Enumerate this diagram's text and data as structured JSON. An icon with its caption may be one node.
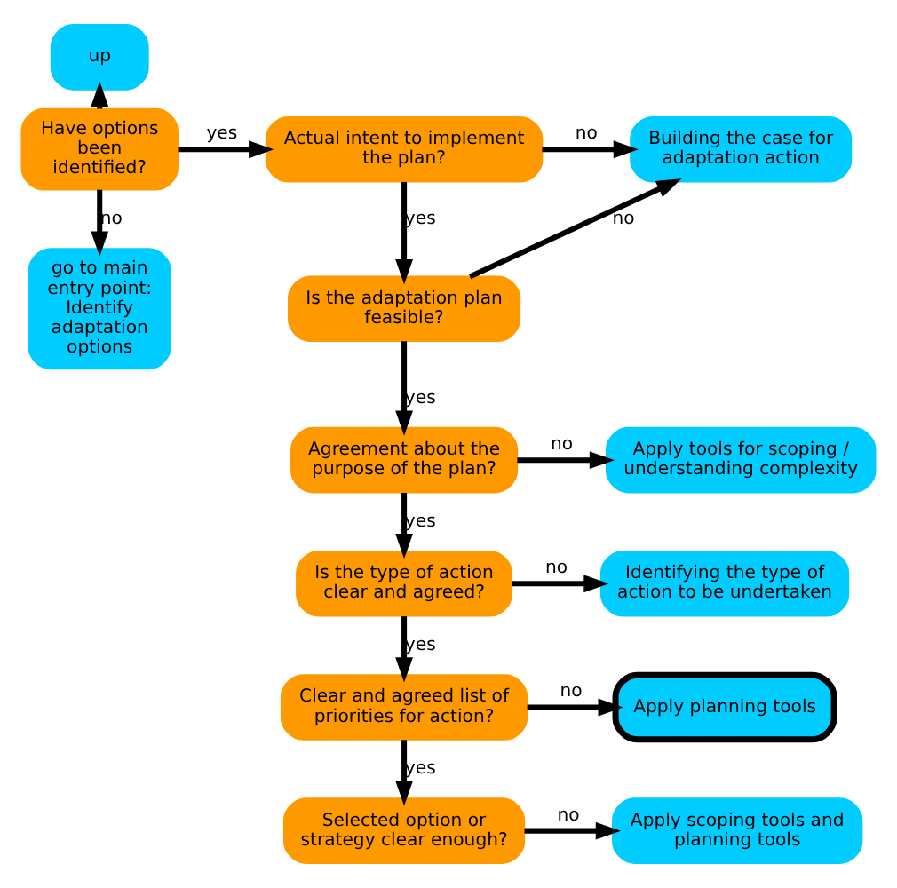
{
  "diagram": {
    "nodes": [
      {
        "text": [
          "up"
        ]
      },
      {
        "text": [
          "Have options been identified?"
        ]
      },
      {
        "text": [
          "go to main entry point: Identify adaptation options"
        ]
      },
      {
        "text": [
          "Actual intent to implement the plan?"
        ]
      },
      {
        "text": [
          "Building the case for adaptation action"
        ]
      },
      {
        "text": [
          "Is the adaptation plan feasible?"
        ]
      },
      {
        "text": [
          "Agreement about the purpose of the plan?"
        ]
      },
      {
        "text": [
          "Apply tools for scoping / understanding complexity"
        ]
      },
      {
        "text": [
          "Is the type of action clear and agreed?"
        ]
      },
      {
        "text": [
          "Identifying the type of action to be undertaken"
        ]
      },
      {
        "text": [
          "Clear and agreed list of priorities for action?"
        ]
      },
      {
        "text": [
          "Apply planning tools"
        ]
      },
      {
        "text": [
          "Selected option or strategy clear enough?"
        ]
      },
      {
        "text": [
          "Apply scoping tools and planning tools"
        ]
      }
    ],
    "edges": [
      {
        "from": 1,
        "to": 0,
        "arrow": "to"
      },
      {
        "from": 1,
        "to": 2,
        "arrow": "to",
        "label": "no"
      },
      {
        "from": 1,
        "to": 3,
        "arrow": "to",
        "label": "yes"
      },
      {
        "from": 3,
        "to": 4,
        "arrow": "to",
        "label": "no"
      },
      {
        "from": 3,
        "to": 5,
        "arrow": "to",
        "label": "yes"
      },
      {
        "from": 5,
        "to": 4,
        "arrow": "to",
        "label": "no"
      },
      {
        "from": 5,
        "to": 6,
        "arrow": "to",
        "label": "yes"
      },
      {
        "from": 6,
        "to": 7,
        "arrow": "to",
        "label": "no"
      },
      {
        "from": 6,
        "to": 8,
        "arrow": "to",
        "label": "yes"
      },
      {
        "from": 8,
        "to": 9,
        "arrow": "to",
        "label": "no"
      },
      {
        "from": 8,
        "to": 10,
        "arrow": "to",
        "label": "yes"
      },
      {
        "from": 10,
        "to": 11,
        "arrow": "to",
        "label": "no"
      },
      {
        "from": 10,
        "to": 12,
        "arrow": "to",
        "label": "yes"
      },
      {
        "from": 12,
        "to": 13,
        "arrow": "to",
        "label": "no"
      }
    ]
  }
}
